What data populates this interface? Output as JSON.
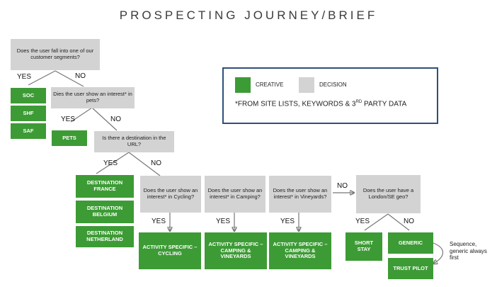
{
  "title": "PROSPECTING JOURNEY/BRIEF",
  "colors": {
    "creative": "#3d9b35",
    "decision": "#d3d3d3",
    "legend_border": "#2f4f7a",
    "connector": "#777777"
  },
  "legend": {
    "creative_label": "CREATIVE",
    "decision_label": "DECISION",
    "note": "*FROM SITE LISTS, KEYWORDS & 3RD PARTY DATA"
  },
  "decisions": {
    "segments": "Does the user fall into one of our customer segments?",
    "pets": "Dies the user show an interest* in pets?",
    "destination": "Is there a destination in the URL?",
    "cycling": "Does the user show an interest* in Cycling?",
    "camping": "Does the user show an interest* in Camping?",
    "vineyards": "Does the user show an interest* in Vineyards?",
    "london": "Does the user have a London/SE geo?"
  },
  "creatives": {
    "soc": "SOC",
    "shf": "SHF",
    "saf": "SAF",
    "pets": "PETS",
    "dest_france": "DESTINATION FRANCE",
    "dest_belgium": "DESTINATION BELGIUM",
    "dest_netherland": "DESTINATION NETHERLAND",
    "act_cycling": "ACTIVITY SPECIFIC – CYCLING",
    "act_camping": "ACTIVITY SPECIFIC – CAMPING & VINEYARDS",
    "act_vineyards": "ACTIVITY SPECIFIC – CAMPING & VINEYARDS",
    "short_stay": "SHORT STAY",
    "generic": "GENERIC",
    "trust_pilot": "TRUST PILOT"
  },
  "labels": {
    "yes": "YES",
    "no": "NO"
  },
  "note": "Sequence, generic always first"
}
